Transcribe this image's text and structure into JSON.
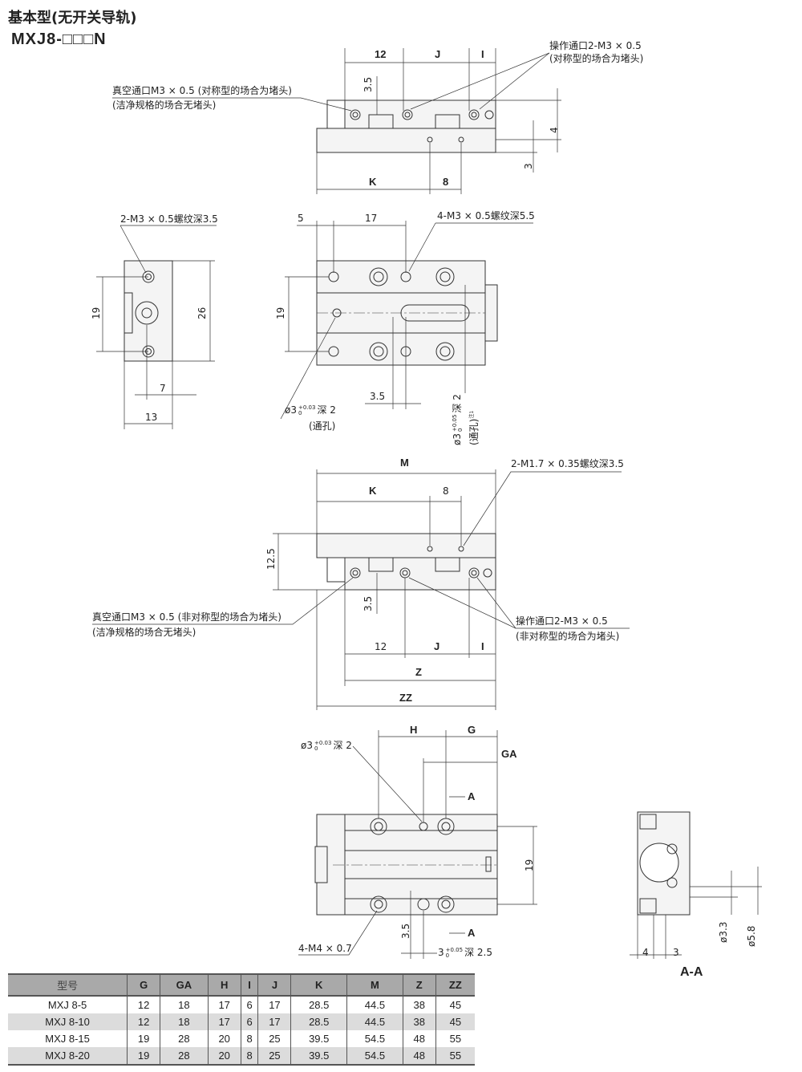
{
  "title": {
    "line1": "基本型(无开关导轨)",
    "line2": "MXJ8-□□□N"
  },
  "view_top": {
    "dim_12": "12",
    "dim_J": "J",
    "dim_I": "I",
    "dim_3_5": "3.5",
    "dim_4": "4",
    "dim_3": "3",
    "dim_K": "K",
    "dim_8": "8",
    "note_port_1": "操作通口2-M3 × 0.5",
    "note_port_2": "(对称型的场合为堵头)",
    "note_vac_1": "真空通口M3 × 0.5 (对称型的场合为堵头)",
    "note_vac_2": "(洁净规格的场合无堵头)"
  },
  "view_side": {
    "note": "2-M3 × 0.5螺纹深3.5",
    "dim_19": "19",
    "dim_26": "26",
    "dim_7": "7",
    "dim_13": "13"
  },
  "view_plan": {
    "dim_5": "5",
    "dim_17": "17",
    "note_thread": "4-M3 × 0.5螺纹深5.5",
    "dim_19": "19",
    "dim_3_5": "3.5",
    "hole1": {
      "base": "ø3",
      "upper": "+0.03",
      "lower": "0",
      "tail": "深 2",
      "note": "(通孔)"
    },
    "hole2": {
      "base": "ø3",
      "upper": "+0.05",
      "lower": "0",
      "tail": "深 2",
      "note": "(通孔)",
      "sup": "注1"
    }
  },
  "view_front": {
    "dim_M": "M",
    "dim_K": "K",
    "dim_8": "8",
    "note_thread": "2-M1.7 × 0.35螺纹深3.5",
    "dim_12_5": "12.5",
    "dim_3_5": "3.5",
    "note_vac_1": "真空通口M3 × 0.5 (非对称型的场合为堵头)",
    "note_vac_2": "(洁净规格的场合无堵头)",
    "note_port_1": "操作通口2-M3 × 0.5",
    "note_port_2": "(非对称型的场合为堵头)",
    "dim_12": "12",
    "dim_J": "J",
    "dim_I": "I",
    "dim_Z": "Z",
    "dim_ZZ": "ZZ"
  },
  "view_bottom": {
    "dim_H": "H",
    "dim_G": "G",
    "dim_GA": "GA",
    "section_A_top": "A",
    "section_A_bottom": "A",
    "dim_19": "19",
    "dim_3_5": "3.5",
    "hole1": {
      "base": "ø3",
      "upper": "+0.03",
      "lower": "0",
      "tail": "深 2"
    },
    "hole2": {
      "base": "3",
      "upper": "+0.05",
      "lower": "0",
      "tail": "深 2.5"
    },
    "note_thread": "4-M4 × 0.7"
  },
  "view_section": {
    "dim_4": "4",
    "dim_3": "3",
    "dim_d33": "ø3.3",
    "dim_d58": "ø5.8",
    "label": "A-A"
  },
  "table": {
    "headers": [
      "型号",
      "G",
      "GA",
      "H",
      "I",
      "J",
      "K",
      "M",
      "Z",
      "ZZ"
    ],
    "rows": [
      [
        "MXJ 8-5",
        "12",
        "18",
        "17",
        "6",
        "17",
        "28.5",
        "44.5",
        "38",
        "45"
      ],
      [
        "MXJ 8-10",
        "12",
        "18",
        "17",
        "6",
        "17",
        "28.5",
        "44.5",
        "38",
        "45"
      ],
      [
        "MXJ 8-15",
        "19",
        "28",
        "20",
        "8",
        "25",
        "39.5",
        "54.5",
        "48",
        "55"
      ],
      [
        "MXJ 8-20",
        "19",
        "28",
        "20",
        "8",
        "25",
        "39.5",
        "54.5",
        "48",
        "55"
      ]
    ]
  }
}
